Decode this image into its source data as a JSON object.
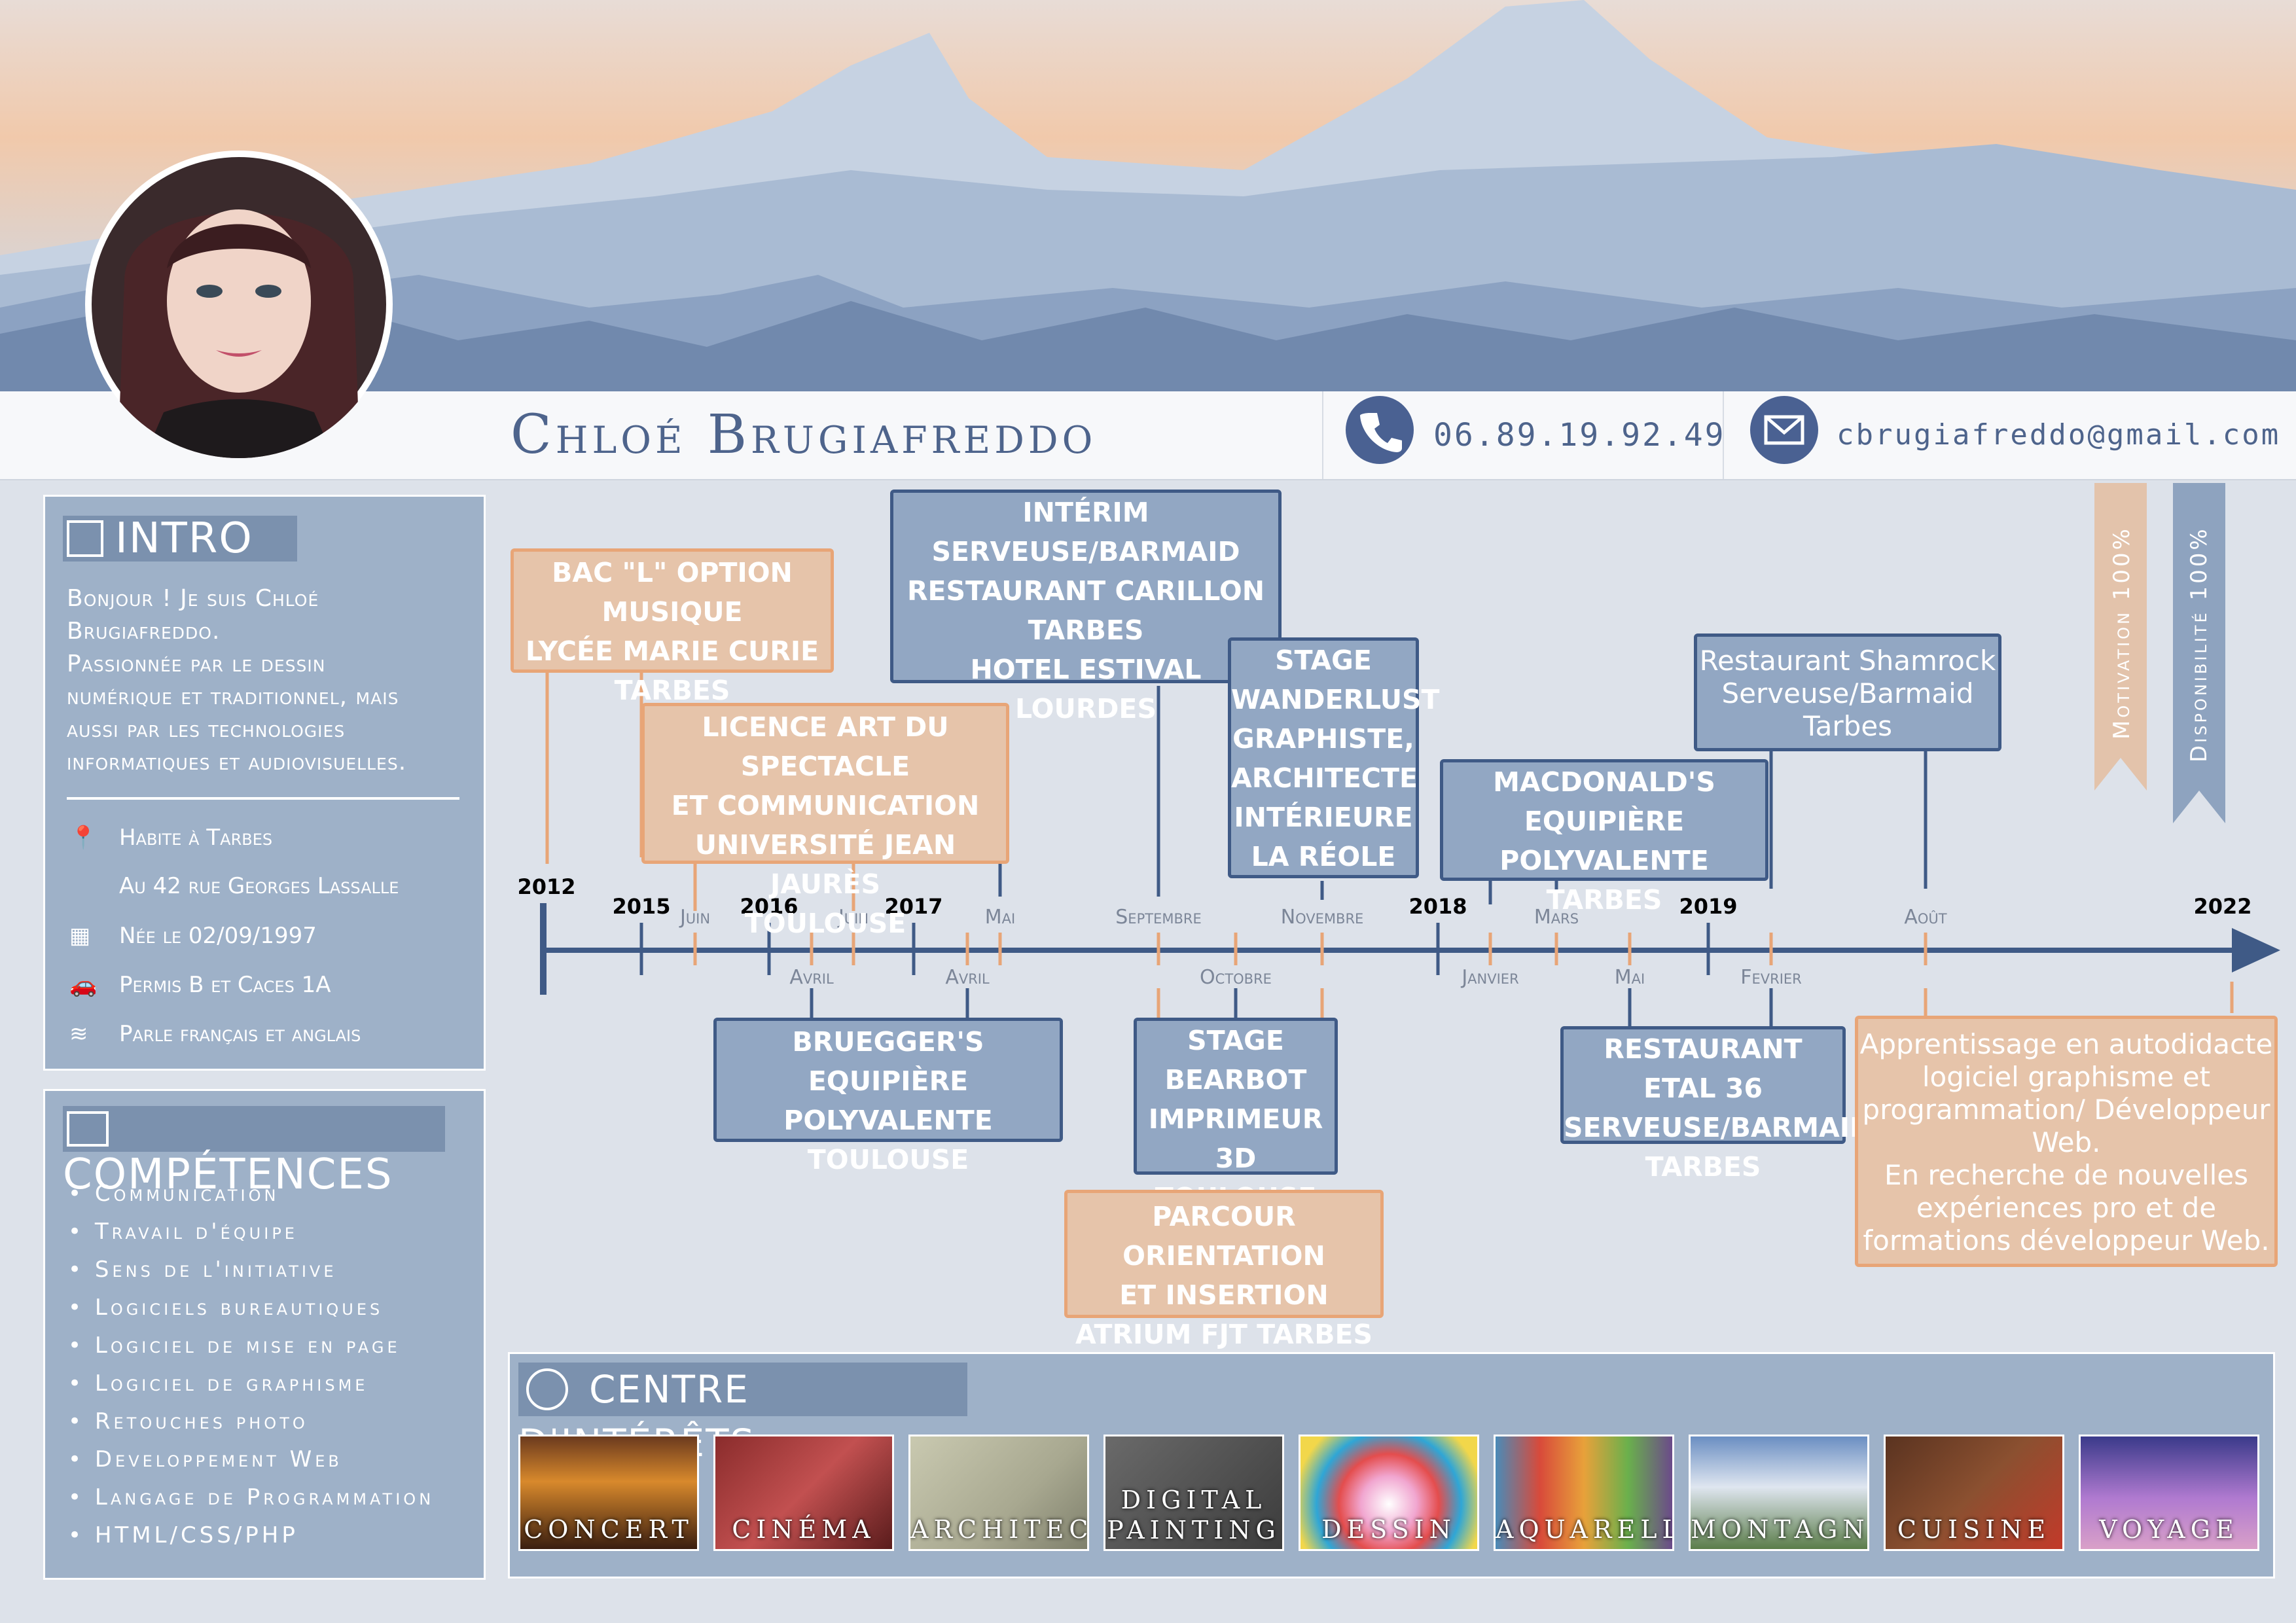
{
  "header": {
    "name": "Chloé Brugiafreddo",
    "phone": "06.89.19.92.49",
    "email": "cbrugiafreddo@gmail.com",
    "phone_icon": "phone-icon",
    "email_icon": "envelope-icon"
  },
  "ribbons": {
    "motivation": "Motivation 100%",
    "disponibilite": "Disponibilité 100%"
  },
  "intro": {
    "title": "INTRO",
    "text_lines": [
      "Bonjour ! Je suis Chloé",
      "Brugiafreddo.",
      "Passionnée par le dessin",
      "numérique et traditionnel, mais",
      "aussi par les technologies",
      "informatiques et audiovisuelles."
    ],
    "address_1": "Habite à Tarbes",
    "address_2": "Au 42 rue Georges Lassalle",
    "birth": "Née le 02/09/1997",
    "license": "Permis B et Caces 1A",
    "languages": "Parle français et anglais"
  },
  "skills": {
    "title": "COMPÉTENCES",
    "items": [
      "Communication",
      "Travail d'équipe",
      "Sens de l'initiative",
      "Logiciels bureautiques",
      "Logiciel de mise en page",
      "Logiciel de graphisme",
      "Retouches photo",
      "Developpement Web",
      "Langage de Programmation",
      "HTML/CSS/PHP"
    ]
  },
  "timeline": {
    "years": [
      "2012",
      "2015",
      "2016",
      "2017",
      "2018",
      "2019",
      "2022"
    ],
    "months_top": [
      "Juin",
      "Juin",
      "Mai",
      "Septembre",
      "Novembre",
      "Mars",
      "Août"
    ],
    "months_bottom": [
      "Avril",
      "Avril",
      "Octobre",
      "Janvier",
      "Mai",
      "Fevrier"
    ],
    "events": [
      {
        "lines": [
          "BAC \"L\" OPTION MUSIQUE",
          "LYCÉE MARIE CURIE",
          "TARBES"
        ]
      },
      {
        "lines": [
          "LICENCE ART DU SPECTACLE",
          "ET COMMUNICATION",
          "UNIVERSITÉ JEAN JAURÈS",
          "TOULOUSE"
        ]
      },
      {
        "lines": [
          "INTÉRIM SERVEUSE/BARMAID",
          "RESTAURANT CARILLON",
          "TARBES",
          "HOTEL ESTIVAL",
          "LOURDES"
        ]
      },
      {
        "lines": [
          "STAGE",
          "WANDERLUST",
          "GRAPHISTE,",
          "ARCHITECTE",
          "INTÉRIEURE",
          "LA RÉOLE"
        ]
      },
      {
        "lines": [
          "MACDONALD'S",
          "EQUIPIÈRE POLYVALENTE",
          "TARBES"
        ]
      },
      {
        "lines": [
          "Restaurant Shamrock",
          "Serveuse/Barmaid",
          "Tarbes"
        ]
      },
      {
        "lines": [
          "BRUEGGER'S",
          "EQUIPIÈRE POLYVALENTE",
          "TOULOUSE"
        ]
      },
      {
        "lines": [
          "STAGE",
          "BEARBOT",
          "IMPRIMEUR 3D",
          "TOULOUSE"
        ]
      },
      {
        "lines": [
          "PARCOUR ORIENTATION",
          "ET INSERTION",
          "ATRIUM FJT TARBES"
        ]
      },
      {
        "lines": [
          "RESTAURANT ETAL 36",
          "SERVEUSE/BARMAID",
          "TARBES"
        ]
      },
      {
        "lines": [
          "Apprentissage en autodidacte",
          "logiciel graphisme et",
          "programmation/ Développeur",
          "Web.",
          "En recherche de nouvelles",
          "expériences pro et de",
          "formations développeur Web."
        ]
      }
    ]
  },
  "interests": {
    "title": "CENTRE D'INTÉRÊTS",
    "items": [
      "CONCERT",
      "CINÉMA",
      "ARCHITECT",
      "DIGITAL PAINTING",
      "DESSIN",
      "AQUARELLE",
      "MONTAGNE",
      "CUISINE",
      "VOYAGE"
    ]
  }
}
